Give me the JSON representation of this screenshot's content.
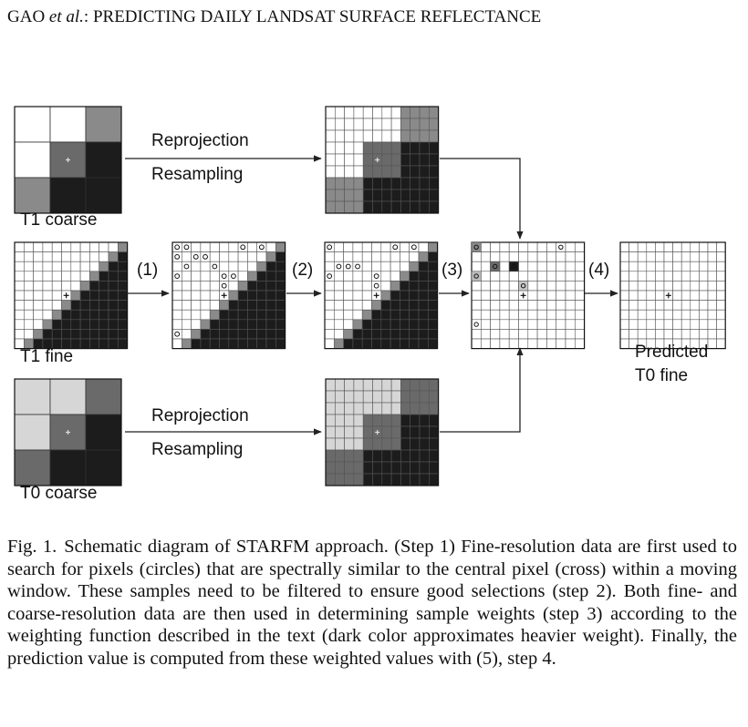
{
  "header": {
    "authors": "GAO",
    "etal": "et al.",
    "title": ": PREDICTING DAILY LANDSAT SURFACE REFLECTANCE"
  },
  "figure": {
    "labels": {
      "t1_coarse": "T1 coarse",
      "t1_fine": "T1 fine",
      "t0_coarse": "T0 coarse",
      "predicted_line1": "Predicted",
      "predicted_line2": "T0 fine",
      "reprojection": "Reprojection",
      "resampling": "Resampling"
    },
    "steps": [
      "(1)",
      "(2)",
      "(3)",
      "(4)"
    ],
    "colors": {
      "white": "#ffffff",
      "light_gray": "#d6d6d6",
      "mid_gray": "#8a8a8a",
      "dark_gray": "#6a6a6a",
      "black": "#1c1c1c",
      "grid_line": "#555555"
    }
  },
  "caption": {
    "number": "Fig. 1.",
    "text": "Schematic diagram of STARFM approach. (Step 1) Fine-resolution data are first used to search for pixels (circles) that are spectrally similar to the central pixel (cross) within a moving window. These samples need to be filtered to ensure good selections (step 2). Both fine- and coarse-resolution data are then used in determining sample weights (step 3) according to the weighting function described in the text (dark color approximates heavier weight). Finally, the prediction value is computed from these weighted values with (5), step 4."
  }
}
